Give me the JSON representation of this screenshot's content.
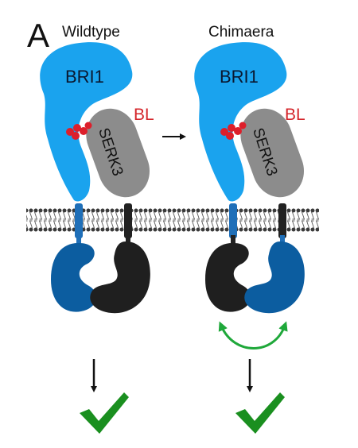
{
  "figure": {
    "panel_letter": "A",
    "conditions": [
      {
        "title": "Wildtype",
        "receptor_label": "BRI1",
        "coreceptor_label": "SERK3",
        "ligand_label": "BL",
        "outcome": "check-mark"
      },
      {
        "title": "Chimaera",
        "receptor_label": "BRI1",
        "coreceptor_label": "SERK3",
        "ligand_label": "BL",
        "outcome": "check-mark"
      }
    ],
    "colors": {
      "bri1_ectodomain": "#1aa3ee",
      "bri1_kinase": "#0c5da0",
      "serk3_ectodomain": "#8c8c8c",
      "serk3_kinase": "#1f1f1f",
      "ligand": "#dd1f2b",
      "swap_arrow": "#1fa83a",
      "check_mark": "#1a8f1f",
      "membrane": "#333333",
      "bl_text": "#d4242a"
    },
    "icons": [
      "membrane-bilayer-icon",
      "right-arrow-icon",
      "down-arrow-icon",
      "swap-arrow-icon",
      "check-mark-icon",
      "brassinolide-ligand-icon"
    ]
  }
}
